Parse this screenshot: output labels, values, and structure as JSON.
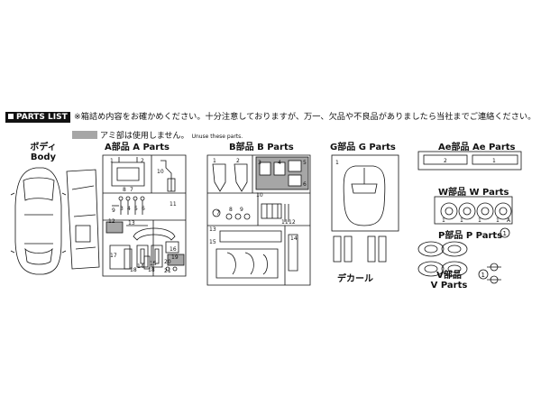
{
  "header": {
    "parts_list_label": "PARTS LIST",
    "notice": "※箱詰め内容をお確かめください。十分注意しておりますが、万一、欠品や不良品がありましたら当社までご連絡ください。",
    "mesh_note_jp": "アミ部は使用しません。",
    "mesh_note_en": "Unuse these parts."
  },
  "groups": {
    "body": {
      "jp": "ボディ",
      "en": "Body"
    },
    "a": {
      "jp": "A部品",
      "en": "A Parts"
    },
    "b": {
      "jp": "B部品",
      "en": "B Parts"
    },
    "g": {
      "jp": "G部品",
      "en": "G Parts"
    },
    "ae": {
      "jp": "Ae部品",
      "en": "Ae Parts"
    },
    "w": {
      "jp": "W部品",
      "en": "W Parts"
    },
    "p": {
      "jp": "P部品",
      "en": "P Parts"
    },
    "v": {
      "jp": "V部品",
      "en": "V Parts"
    },
    "decal": {
      "jp": "デカール"
    }
  },
  "part_numbers": {
    "a": [
      "1",
      "2",
      "3",
      "4",
      "5",
      "6",
      "7",
      "8",
      "9",
      "10",
      "11",
      "12",
      "13",
      "14",
      "15",
      "16",
      "17",
      "18",
      "18",
      "19",
      "20",
      "21"
    ],
    "b": [
      "1",
      "2",
      "3",
      "4",
      "5",
      "6",
      "7",
      "8",
      "9",
      "10",
      "11",
      "12",
      "13",
      "14",
      "15"
    ],
    "g": [
      "1"
    ],
    "ae": [
      "1",
      "2"
    ],
    "w": [
      "1",
      "1",
      "1",
      "1",
      "A"
    ],
    "p": [
      "1"
    ],
    "v": [
      "1"
    ]
  },
  "colors": {
    "mesh": "#a6a6a6",
    "ink": "#111111"
  }
}
